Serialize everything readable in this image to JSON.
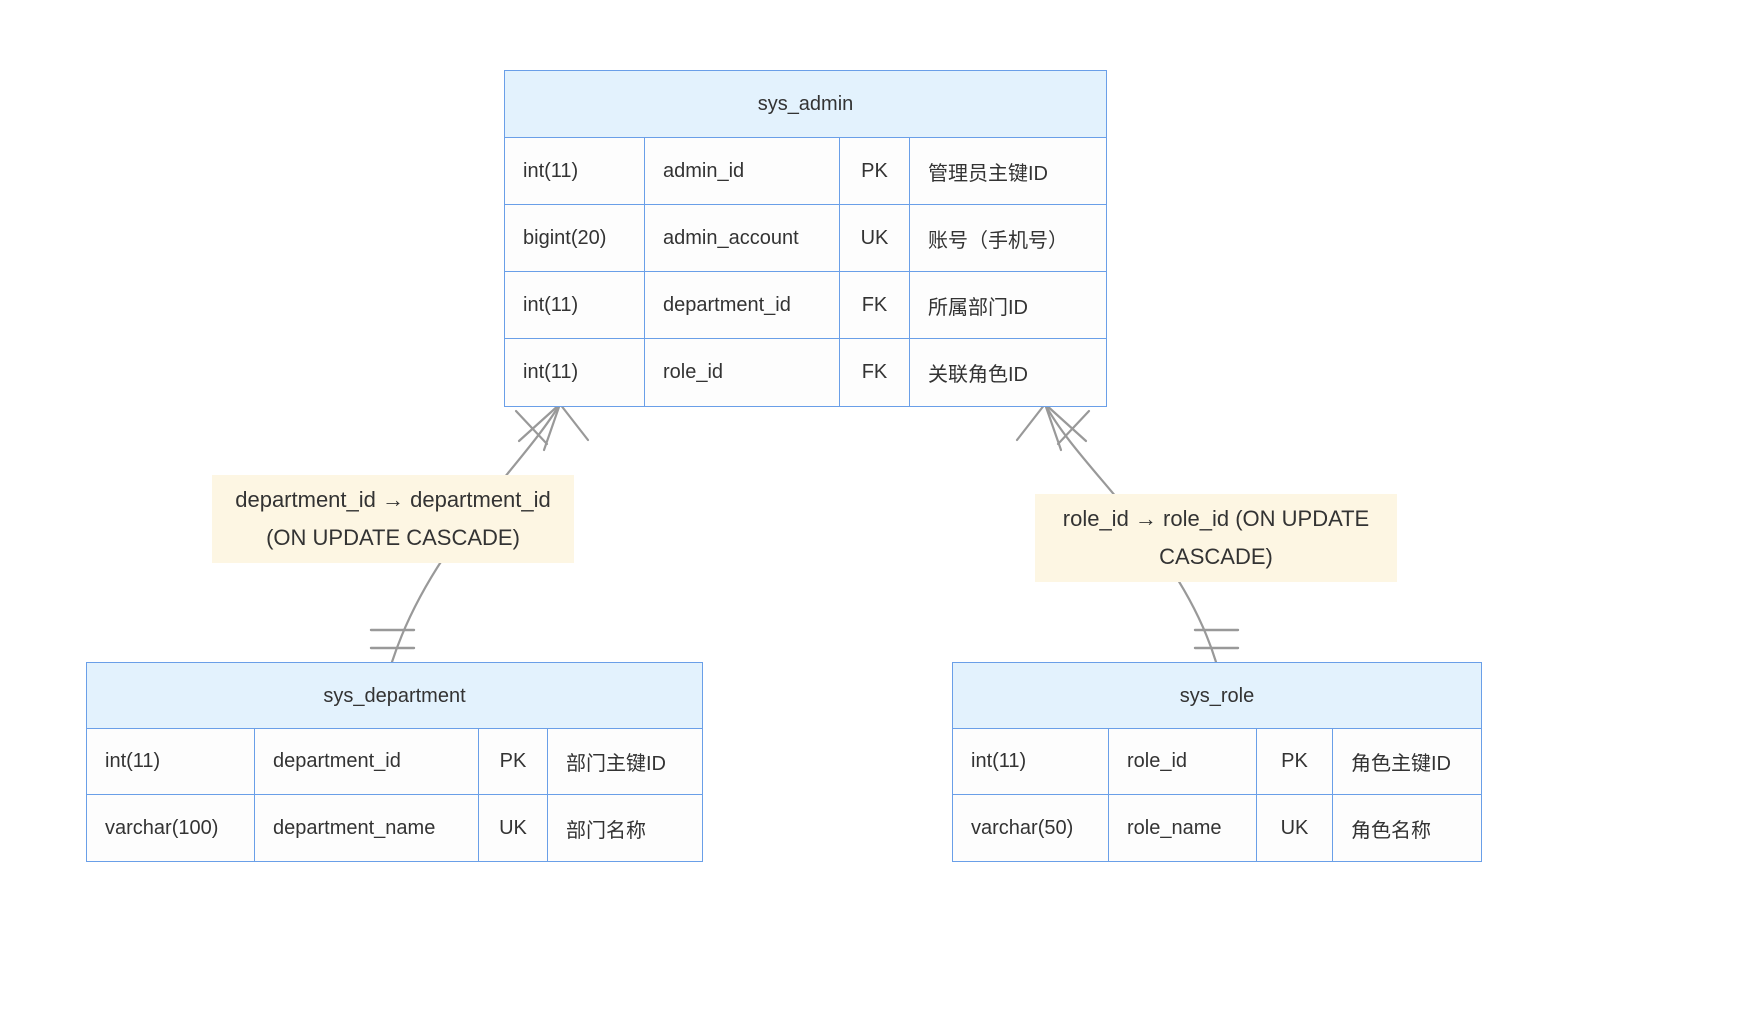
{
  "diagram": {
    "type": "entity-relationship",
    "colors": {
      "entity_border": "#6a9fe8",
      "entity_header_bg": "#e3f2fd",
      "entity_body_bg": "#fdfdfd",
      "relation_label_bg": "#fdf6e3",
      "edge_stroke": "#999999",
      "text": "#333333",
      "canvas_bg": "#ffffff"
    }
  },
  "entities": [
    {
      "id": "sys_admin",
      "title": "sys_admin",
      "columns": [
        {
          "type": "int(11)",
          "name": "admin_id",
          "key": "PK",
          "comment": "管理员主键ID"
        },
        {
          "type": "bigint(20)",
          "name": "admin_account",
          "key": "UK",
          "comment": "账号（手机号）"
        },
        {
          "type": "int(11)",
          "name": "department_id",
          "key": "FK",
          "comment": "所属部门ID"
        },
        {
          "type": "int(11)",
          "name": "role_id",
          "key": "FK",
          "comment": "关联角色ID"
        }
      ]
    },
    {
      "id": "sys_department",
      "title": "sys_department",
      "columns": [
        {
          "type": "int(11)",
          "name": "department_id",
          "key": "PK",
          "comment": "部门主键ID"
        },
        {
          "type": "varchar(100)",
          "name": "department_name",
          "key": "UK",
          "comment": "部门名称"
        }
      ]
    },
    {
      "id": "sys_role",
      "title": "sys_role",
      "columns": [
        {
          "type": "int(11)",
          "name": "role_id",
          "key": "PK",
          "comment": "角色主键ID"
        },
        {
          "type": "varchar(50)",
          "name": "role_name",
          "key": "UK",
          "comment": "角色名称"
        }
      ]
    }
  ],
  "relationships": [
    {
      "id": "admin-department",
      "from": "sys_admin",
      "to": "sys_department",
      "from_cardinality": "many",
      "to_cardinality": "one-and-only-one",
      "label": "department_id → department_id (ON UPDATE CASCADE)"
    },
    {
      "id": "admin-role",
      "from": "sys_admin",
      "to": "sys_role",
      "from_cardinality": "many",
      "to_cardinality": "one-and-only-one",
      "label": "role_id → role_id (ON UPDATE CASCADE)"
    }
  ]
}
